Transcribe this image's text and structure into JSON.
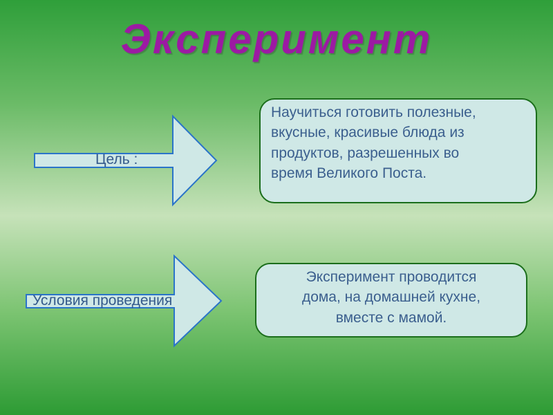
{
  "slide": {
    "title": "Эксперимент",
    "colors": {
      "title": "#9c1aa3",
      "box_fill": "#cfe8e6",
      "box_border": "#1b6e1b",
      "text": "#345a8c",
      "arrow_stroke": "#2a74c9"
    }
  },
  "goal": {
    "label": "Цель :",
    "text_lines": [
      "Научиться готовить полезные,",
      "вкусные, красивые блюда из",
      "продуктов, разрешенных во",
      "время Великого Поста."
    ]
  },
  "conditions": {
    "label": "Условия проведения",
    "text_lines": [
      "Эксперимент проводится",
      "дома, на домашней кухне,",
      "вместе с мамой."
    ]
  }
}
